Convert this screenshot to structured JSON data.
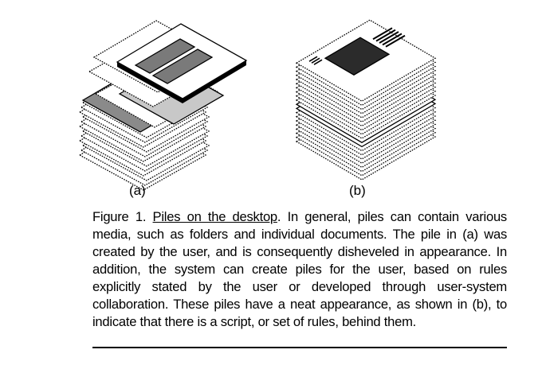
{
  "figure": {
    "panel_labels": {
      "a": "(a)",
      "b": "(b)"
    }
  },
  "caption": {
    "prefix": "Figure 1. ",
    "title": "Piles on the desktop",
    "body": ". In general, piles can contain various media, such as folders and individual documents. The pile in (a) was created by the user, and is consequently disheveled in appearance. In addition, the system can create piles for the user, based on rules explicitly stated by the user or developed through user-system collaboration. These piles have a neat appearance, as shown in (b), to indicate that there is a script, or set of rules, behind them."
  }
}
